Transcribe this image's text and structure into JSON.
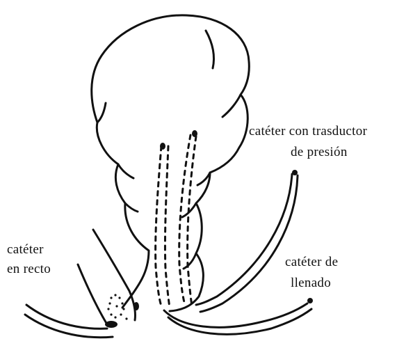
{
  "labels": {
    "pressure_line1": "catéter con trasductor",
    "pressure_line2": "de presión",
    "rectal_line1": "catéter",
    "rectal_line2": "en recto",
    "filling_line1": "catéter de",
    "filling_line2": "llenado"
  },
  "colors": {
    "ink": "#111111",
    "background": "#ffffff"
  }
}
